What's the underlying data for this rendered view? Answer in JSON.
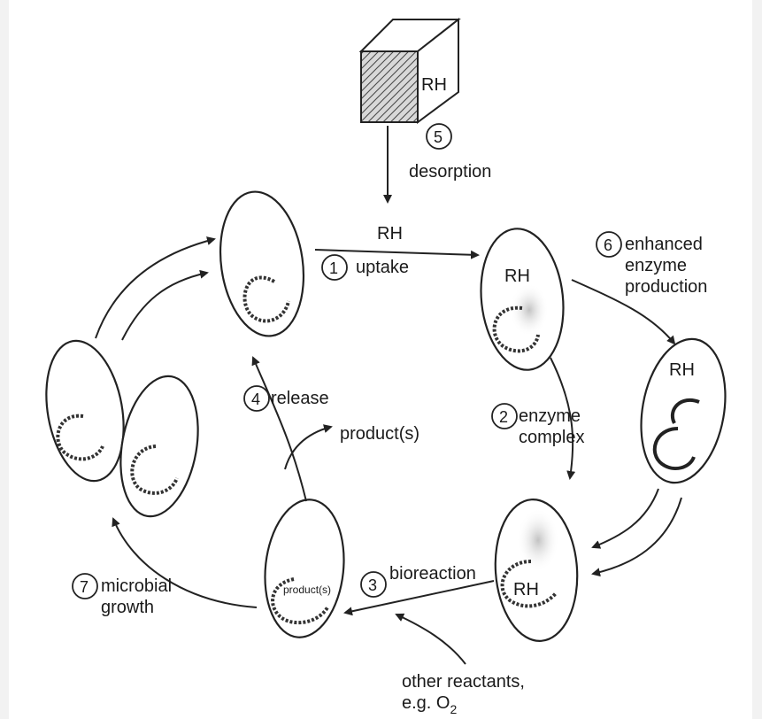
{
  "source_block": {
    "text": "RH",
    "step_number": "5",
    "step_label": "desorption"
  },
  "steps": {
    "s1": {
      "number": "1",
      "label": "uptake",
      "substrate": "RH"
    },
    "s2": {
      "number": "2",
      "label_line1": "enzyme",
      "label_line2": "complex"
    },
    "s3": {
      "number": "3",
      "label": "bioreaction"
    },
    "s4": {
      "number": "4",
      "label": "release",
      "product": "product(s)"
    },
    "s6": {
      "number": "6",
      "label_line1": "enhanced",
      "label_line2": "enzyme",
      "label_line3": "production"
    },
    "s7": {
      "number": "7",
      "label_line1": "microbial",
      "label_line2": "growth"
    }
  },
  "cells": {
    "c2_text": "RH",
    "c3_text": "RH",
    "c4_text": "RH",
    "c5_text": "product(s)"
  },
  "reactants": {
    "line1": "other reactants,",
    "line2_prefix": "e.g. O",
    "line2_sub": "2"
  }
}
